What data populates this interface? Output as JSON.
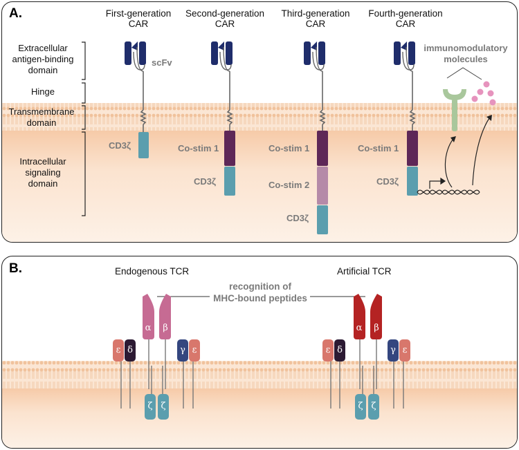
{
  "panel_a": {
    "label": "A.",
    "columns": [
      {
        "title_line1": "First-generation",
        "title_line2": "CAR"
      },
      {
        "title_line1": "Second-generation",
        "title_line2": "CAR"
      },
      {
        "title_line1": "Third-generation",
        "title_line2": "CAR"
      },
      {
        "title_line1": "Fourth-generation",
        "title_line2": "CAR"
      }
    ],
    "domains": {
      "extracellular_line1": "Extracellular",
      "extracellular_line2": "antigen-binding",
      "extracellular_line3": "domain",
      "hinge": "Hinge",
      "transmembrane_line1": "Transmembrane",
      "transmembrane_line2": "domain",
      "intracellular_line1": "Intracellular",
      "intracellular_line2": "signaling",
      "intracellular_line3": "domain"
    },
    "labels": {
      "scfv": "scFv",
      "cd3z": "CD3ζ",
      "costim1": "Co-stim 1",
      "costim2": "Co-stim 2",
      "immuno_line1": "immunomodulatory",
      "immuno_line2": "molecules"
    },
    "colors": {
      "scfv": "#1f2d6b",
      "costim1": "#5e2757",
      "costim2": "#b58aa8",
      "cd3z": "#5b9eae",
      "receptor": "#a9c79c",
      "cytokine": "#e693bd",
      "membrane": "#f4d2b4"
    }
  },
  "panel_b": {
    "label": "B.",
    "endogenous_title": "Endogenous TCR",
    "artificial_title": "Artificial TCR",
    "recognition_line1": "recognition of",
    "recognition_line2": "MHC-bound peptides",
    "glyphs": {
      "epsilon": "ε",
      "delta": "δ",
      "gamma": "γ",
      "alpha": "α",
      "beta": "β",
      "zeta": "ζ"
    },
    "colors": {
      "endogenous_chain": "#c66b93",
      "artificial_chain": "#b42323",
      "epsilon": "#d8776c",
      "delta": "#2c1a33",
      "gamma": "#34467f",
      "zeta": "#5b9eae"
    }
  }
}
